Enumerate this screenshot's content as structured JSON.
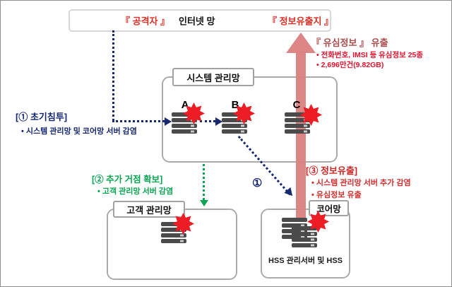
{
  "top_banner": {
    "attacker": "『 공격자 』",
    "internet": "인터넷 망",
    "destination": "『 정보유출지 』"
  },
  "usim_leak": {
    "title": "『 유심정보 』 유출",
    "bullets": [
      "• 전화번호, IMSI 등 유심정보 25종",
      "• 2,696만건(9.82GB)"
    ]
  },
  "steps": {
    "step1": {
      "title": "[① 초기침투]",
      "bullets": [
        "• 시스템 관리망 및 코어망 서버 감염"
      ]
    },
    "step2": {
      "title": "[② 추가 거점 확보]",
      "bullets": [
        "• 고객 관리망 서버 감염"
      ]
    },
    "step3": {
      "title": "[③ 정보유출]",
      "bullets": [
        "• 시스템 관리망 서버 추가 감염",
        "• 유심정보 유출"
      ]
    }
  },
  "networks": {
    "system": {
      "label": "시스템 관리망",
      "server_labels": [
        "A",
        "B",
        "C"
      ]
    },
    "customer": {
      "label": "고객 관리망"
    },
    "core": {
      "label": "코어망",
      "caption": "HSS 관리서버 및 HSS"
    }
  },
  "flow": {
    "path1_label": "①"
  },
  "colors": {
    "red_label": "#d93025",
    "usim_title": "#a84c4c",
    "usim_bullet": "#e8112d",
    "step1_navy": "#16286e",
    "step2_green": "#0aa552",
    "step3_red": "#ce2727",
    "attack_arrow": "#db7f7f",
    "starburst": "#ee1c25",
    "server_gray": "#4b4b4b"
  }
}
